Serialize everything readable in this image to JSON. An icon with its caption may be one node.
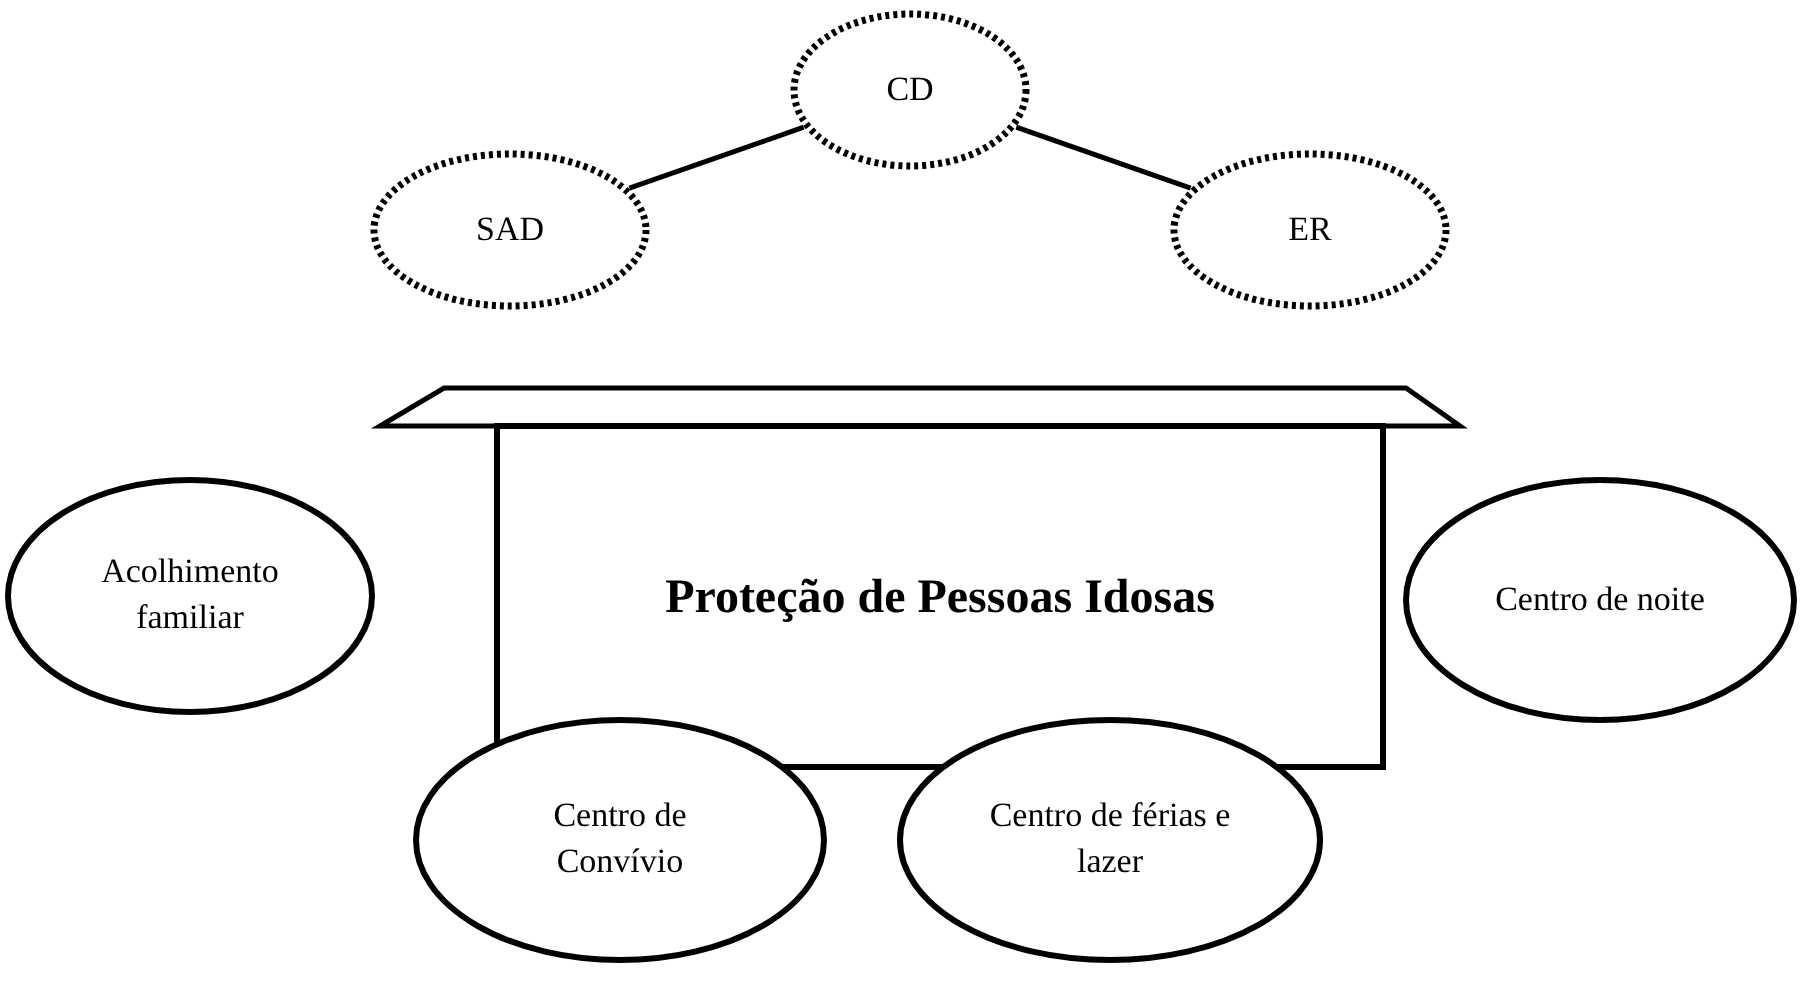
{
  "diagram": {
    "nodes": [
      {
        "text": [
          "CD"
        ]
      },
      {
        "text": [
          "SAD"
        ]
      },
      {
        "text": [
          "ER"
        ]
      },
      {
        "text": [
          "Acolhimento familiar"
        ]
      },
      {
        "text": [
          "Proteção de Pessoas Idosas"
        ]
      },
      {
        "text": [
          "Centro de noite"
        ]
      },
      {
        "text": [
          "Centro de Convívio"
        ]
      },
      {
        "text": [
          "Centro de férias e lazer"
        ]
      }
    ],
    "edges": [
      {
        "from": 1,
        "to": 0,
        "arrow": "none"
      },
      {
        "from": 0,
        "to": 2,
        "arrow": "none"
      }
    ]
  }
}
